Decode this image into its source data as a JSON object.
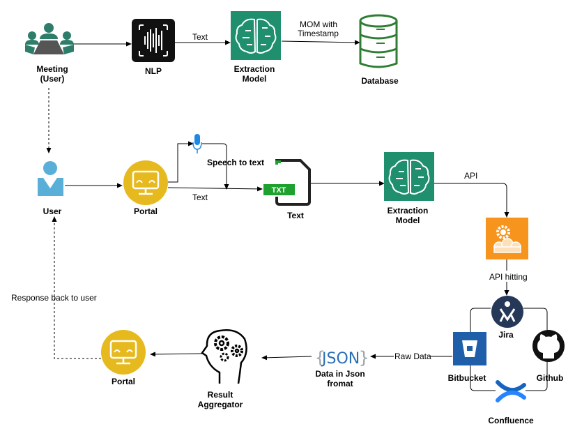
{
  "nodes": {
    "meeting": {
      "label_line1": "Meeting",
      "label_line2": "(User)",
      "icon": "meeting-group-icon"
    },
    "nlp": {
      "label": "NLP",
      "icon": "audio-waveform-icon"
    },
    "extraction_top": {
      "label_line1": "Extraction",
      "label_line2": "Model",
      "icon": "brain-circuit-icon"
    },
    "database": {
      "label": "Database",
      "icon": "database-icon"
    },
    "user": {
      "label": "User",
      "icon": "user-icon"
    },
    "portal_mid": {
      "label": "Portal",
      "icon": "portal-monitor-icon"
    },
    "speech": {
      "label": "Speech to text",
      "icon": "microphone-icon"
    },
    "text_file": {
      "label": "Text",
      "badge": "TXT",
      "icon": "txt-file-icon"
    },
    "extraction_mid": {
      "label_line1": "Extraction",
      "label_line2": "Model",
      "icon": "brain-circuit-icon"
    },
    "api_service": {
      "icon": "api-gear-cloud-icon"
    },
    "jira": {
      "label": "Jira",
      "icon": "jira-icon"
    },
    "bitbucket": {
      "label": "Bitbucket",
      "icon": "bitbucket-icon"
    },
    "github": {
      "label": "Github",
      "icon": "github-icon"
    },
    "confluence": {
      "label": "Confluence",
      "icon": "confluence-icon"
    },
    "json": {
      "label_line1": "Data in Json",
      "label_line2": "fromat",
      "logo_text": "JSON",
      "brace_left": "{",
      "brace_right": "}",
      "icon": "json-icon"
    },
    "aggregator": {
      "label_line1": "Result",
      "label_line2": "Aggregator",
      "icon": "head-gears-icon"
    },
    "portal_bottom": {
      "label": "Portal",
      "icon": "portal-monitor-icon"
    }
  },
  "edges": {
    "nlp_to_extraction": "Text",
    "extraction_to_db_line1": "MOM with",
    "extraction_to_db_line2": "Timestamp",
    "portal_to_text": "Text",
    "extraction_to_api": "API",
    "api_hitting": "API hitting",
    "raw_data": "Raw Data",
    "response_back": "Response back to user"
  },
  "colors": {
    "teal_green": "#2e8b6e",
    "aws_green": "#1f8f6e",
    "portal_yellow": "#e6b91e",
    "db_green": "#2e7d32",
    "user_blue": "#5aafd8",
    "mic_blue": "#1e88e5",
    "api_orange": "#f7941d",
    "jira_navy": "#253858",
    "bitbucket_blue": "#2684ff",
    "confluence_blue": "#1565c0",
    "json_blue": "#2a6fb5",
    "txt_green": "#1fa12f"
  }
}
